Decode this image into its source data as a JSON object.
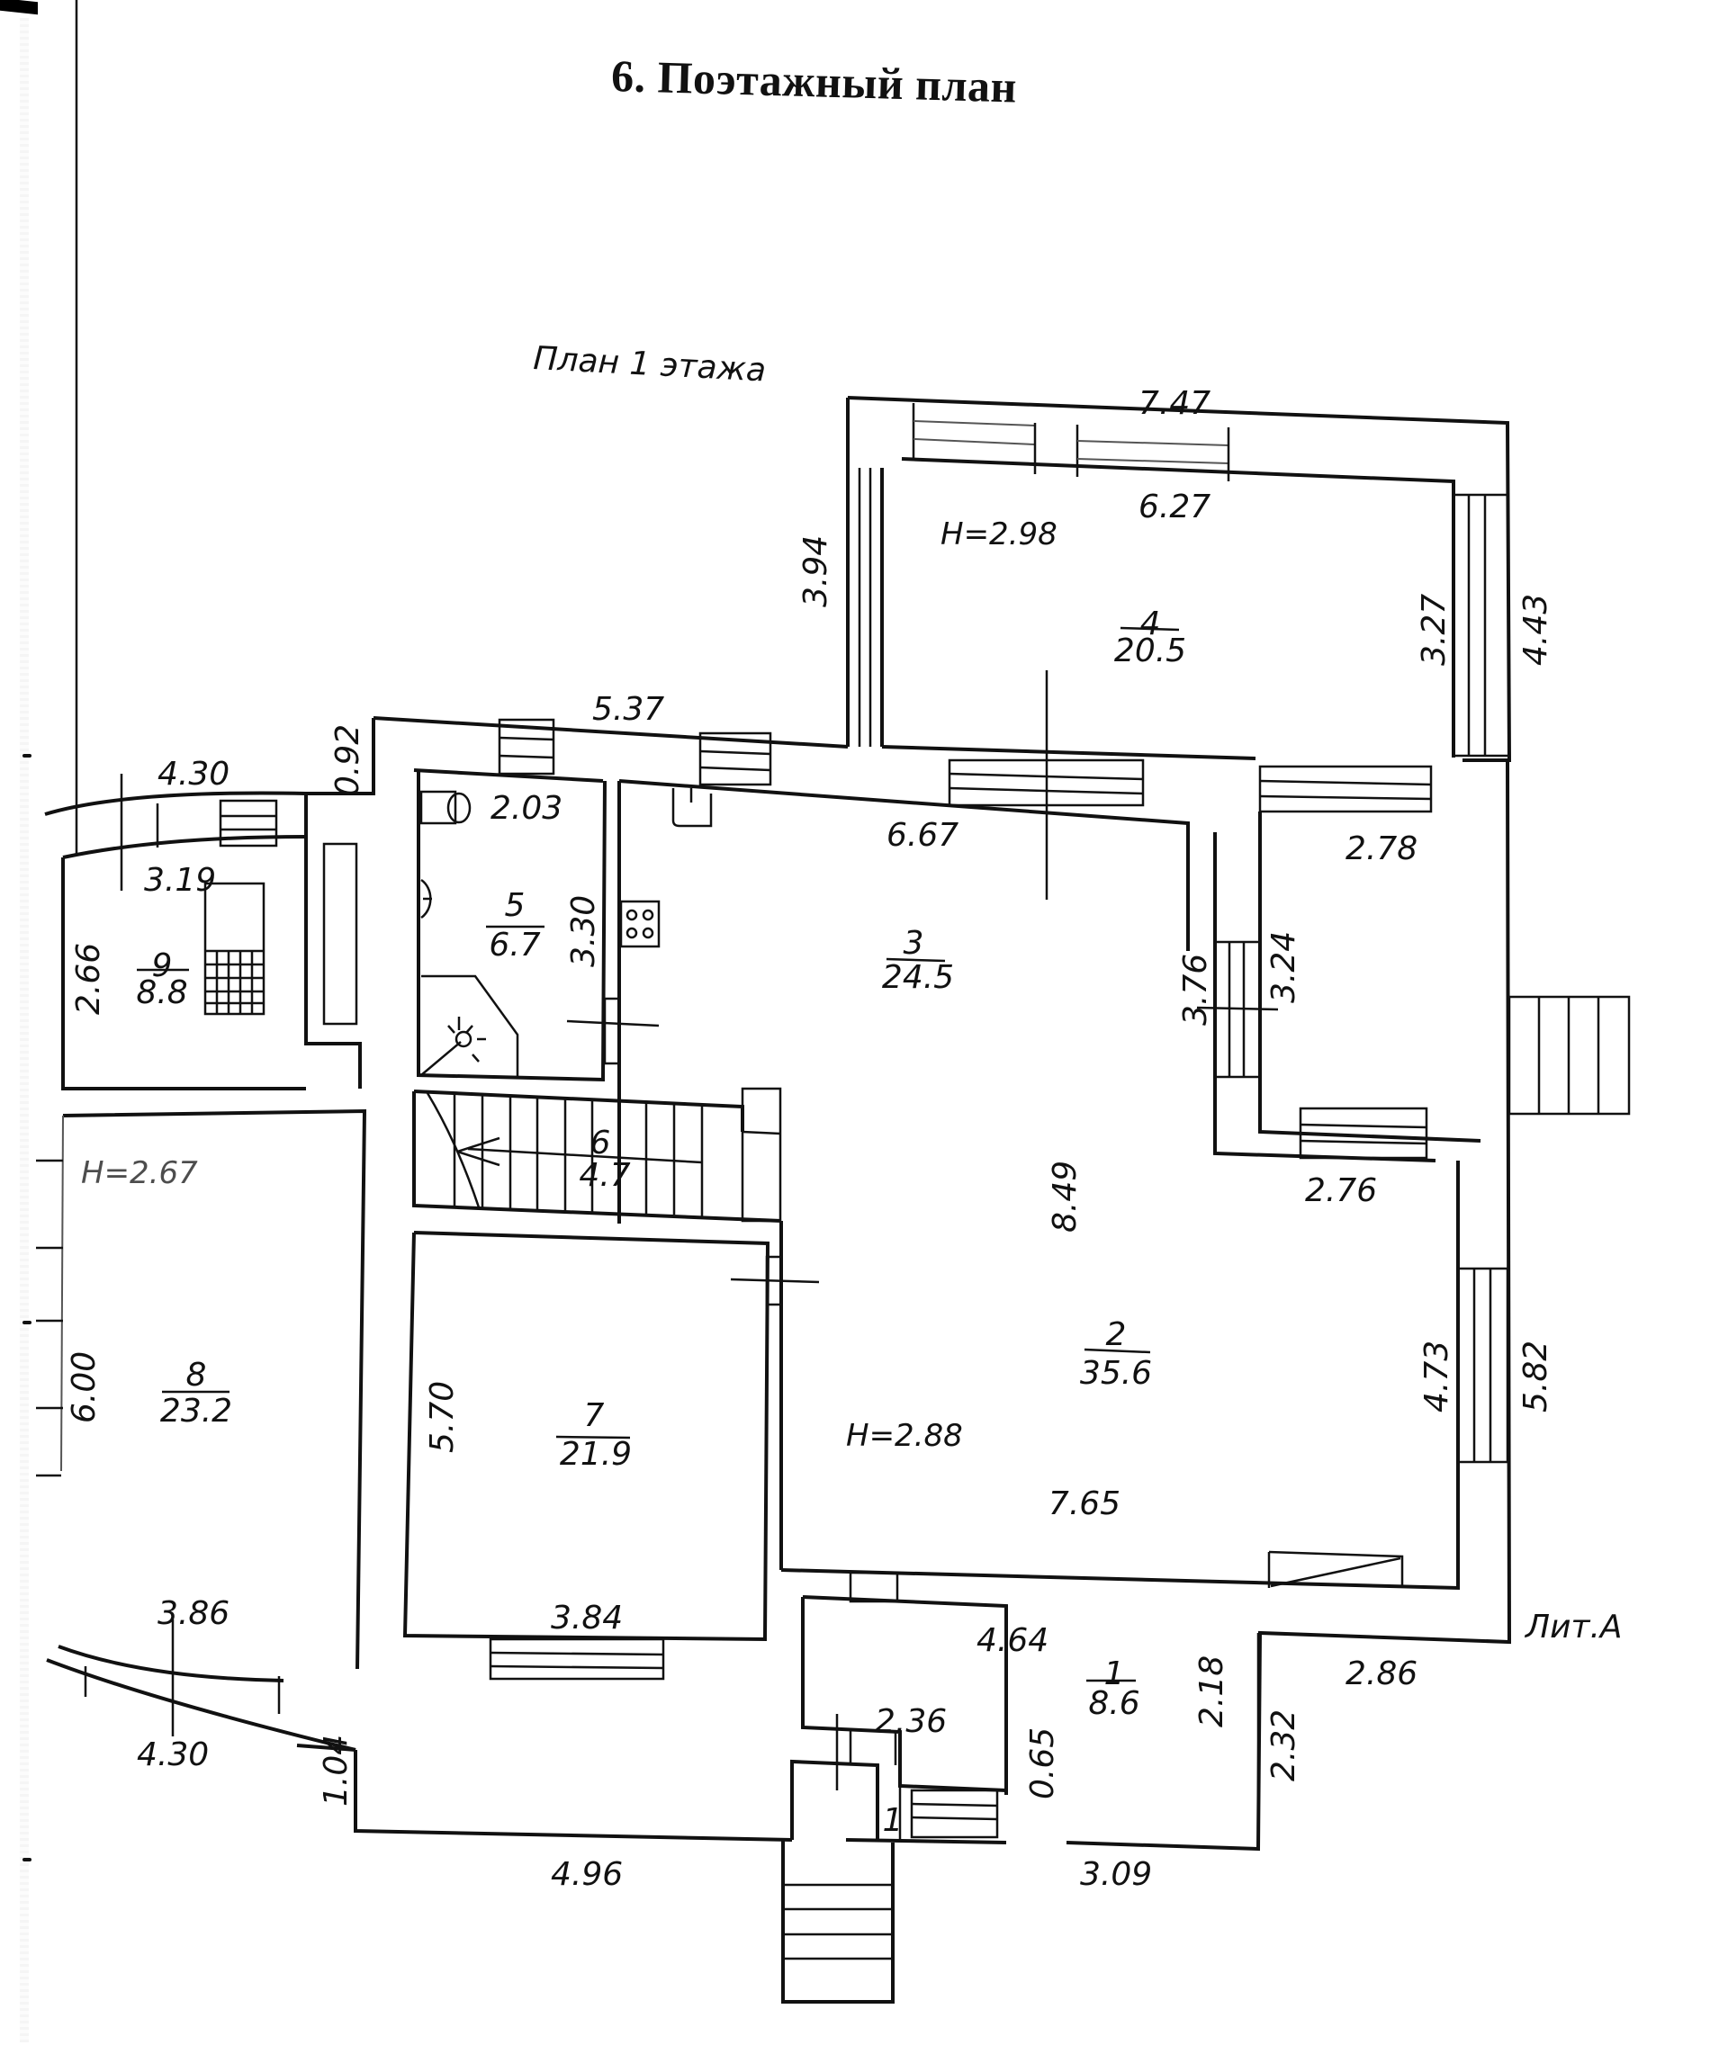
{
  "document": {
    "title": "6. Поэтажный план",
    "subtitle": "План 1 этажа",
    "liter": "Лит.А"
  },
  "rooms": [
    {
      "number": "1",
      "area": "8.6"
    },
    {
      "number": "2",
      "area": "35.6"
    },
    {
      "number": "3",
      "area": "24.5"
    },
    {
      "number": "4",
      "area": "20.5"
    },
    {
      "number": "5",
      "area": "6.7"
    },
    {
      "number": "6",
      "area": "4.7"
    },
    {
      "number": "7",
      "area": "21.9"
    },
    {
      "number": "8",
      "area": "23.2"
    },
    {
      "number": "9",
      "area": "8.8"
    }
  ],
  "porch_label": "1",
  "ceiling_heights": {
    "room4": "H=2.98",
    "room8": "H=2.67",
    "room2": "H=2.88"
  },
  "dimensions": {
    "top_outer_4": "7.47",
    "inner_4": "6.27",
    "left_4": "3.94",
    "right_inner_4": "3.27",
    "right_outer_4": "4.43",
    "top_mid": "5.37",
    "left_short": "0.92",
    "top_9_outer": "4.30",
    "top_9_inner": "3.19",
    "left_9": "2.66",
    "width_5": "2.03",
    "height_5": "3.30",
    "width_3": "6.67",
    "right_3": "3.76",
    "left_veranda": "3.24",
    "veranda_top": "2.78",
    "height_2": "8.49",
    "veranda_bottom": "2.76",
    "right_2": "4.73",
    "right_outer_2": "5.82",
    "width_2": "7.65",
    "left_8": "6.00",
    "width_8": "3.86",
    "bottom_8_outer": "4.30",
    "height_7": "5.70",
    "width_7": "3.84",
    "left_bottom": "1.04",
    "bottom_7_outer": "4.96",
    "width_1": "4.64",
    "height_1": "2.18",
    "porch_width": "2.36",
    "step_065": "0.65",
    "bottom_1_outer": "3.09",
    "right_bottom": "2.32",
    "liter_width": "2.86"
  }
}
